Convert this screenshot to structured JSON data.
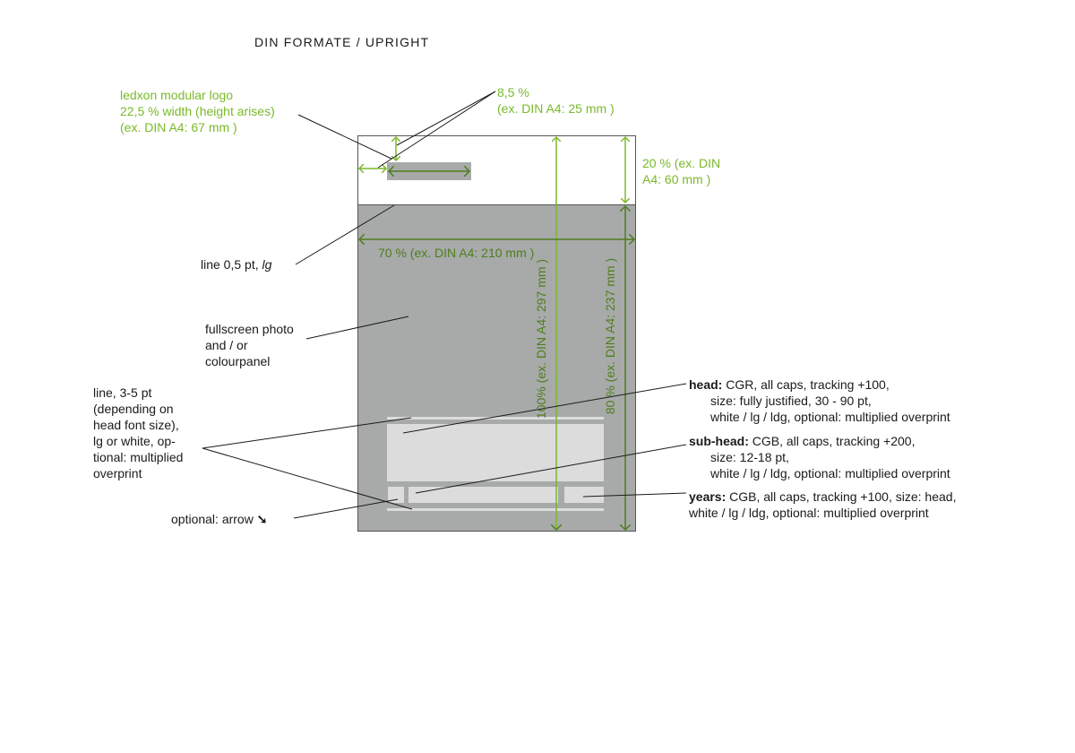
{
  "title": "DIN FORMATE / UPRIGHT",
  "colors": {
    "panel": "#a7aaa9",
    "light_box": "#dcdcdc",
    "green_light": "#7ab929",
    "green_dark": "#4f7d1c"
  },
  "annotations": {
    "logo": [
      "ledxon modular logo",
      "22,5 % width (height arises)",
      "(ex. DIN A4: 67 mm )"
    ],
    "margin": [
      "8,5 %",
      "(ex. DIN A4: 25 mm )"
    ],
    "top_band": [
      "20 % (ex. DIN",
      "A4: 60 mm )"
    ],
    "width": "70 % (ex. DIN A4: 210 mm )",
    "height_full": "100% (ex. DIN A4: 297 mm )",
    "height_panel": "80 % (ex. DIN A4: 237 mm )",
    "thin_line": {
      "text": "line 0,5 pt, ",
      "italic": "lg"
    },
    "photo": [
      "fullscreen photo",
      "and / or",
      "colourpanel"
    ],
    "thick_line": [
      "line, 3-5 pt",
      "(depending on",
      "head font size),",
      "lg or white, op-",
      "tional: multiplied",
      "overprint"
    ],
    "arrow": {
      "text": "optional: arrow",
      "glyph": "➘"
    },
    "head": {
      "label": "head:",
      "lines": [
        " CGR, all caps, tracking +100,",
        "size: fully justified, 30 - 90 pt,",
        "white / lg / ldg, optional: multiplied overprint"
      ]
    },
    "subhead": {
      "label": "sub-head:",
      "lines": [
        " CGB, all caps, tracking +200,",
        "size: 12-18 pt,",
        "white / lg / ldg, optional: multiplied overprint"
      ]
    },
    "years": {
      "label": "years:",
      "lines": [
        " CGB, all caps, tracking +100, size: head,",
        "white / lg / ldg, optional: multiplied overprint"
      ]
    }
  }
}
